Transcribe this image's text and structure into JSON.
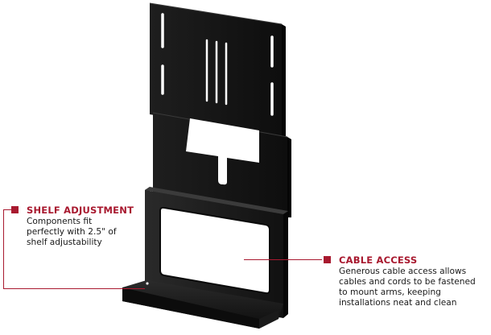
{
  "callouts": {
    "shelf_adjustment": {
      "title": "SHELF ADJUSTMENT",
      "lines": [
        "Components fit",
        "perfectly with 2.5\" of",
        "shelf adjustability"
      ]
    },
    "cable_access": {
      "title": "CABLE ACCESS",
      "lines": [
        "Generous cable access allows",
        "cables and cords to be fastened",
        "to mount arms, keeping",
        "installations neat and clean"
      ]
    }
  },
  "colors": {
    "accent": "#a8192f",
    "product": "#141414",
    "text": "#1a1a1a"
  }
}
